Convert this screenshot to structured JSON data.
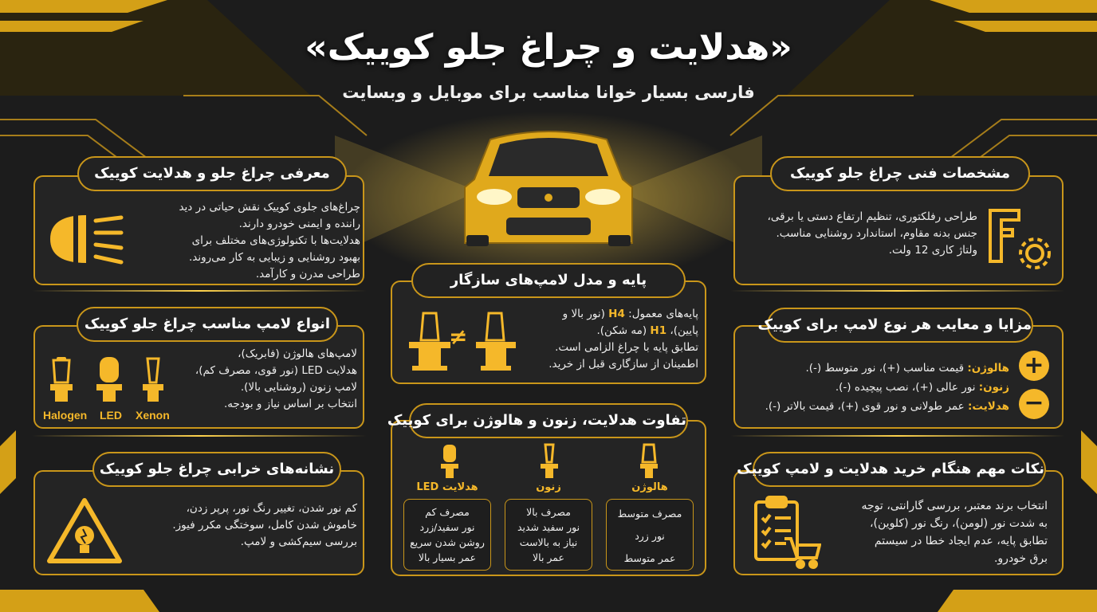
{
  "header": {
    "title": "«هدلایت و چراغ جلو کوییک»",
    "subtitle": "فارسی بسیار خوانا مناسب برای موبایل و وبسایت"
  },
  "colors": {
    "accent": "#c9961a",
    "highlight": "#f5b82a",
    "background": "#1c1c1c"
  },
  "intro": {
    "title": "معرفی چراغ جلو و هدلایت کوییک",
    "lines": [
      "چراغ‌های جلوی کوییک نقش حیاتی در دید",
      "راننده و ایمنی خودرو دارند.",
      "هدلایت‌ها با تکنولوژی‌های مختلف برای",
      "بهبود روشنایی و زیبایی به کار می‌روند.",
      "طراحی مدرن و کارآمد."
    ],
    "icon": "headlight-icon"
  },
  "types": {
    "title": "انواع لامپ مناسب چراغ جلو کوییک",
    "lines": [
      "لامپ‌های هالوژن (فابریک)،",
      "هدلایت LED (نور قوی، مصرف کم)،",
      "لامپ زنون (روشنایی بالا).",
      "انتخاب بر اساس نیاز و بودجه."
    ],
    "labels": [
      "Halogen",
      "LED",
      "Xenon"
    ]
  },
  "failure": {
    "title": "نشانه‌های خرابی چراغ جلو کوییک",
    "lines": [
      "کم نور شدن، تغییر رنگ نور، پرپر زدن،",
      "خاموش شدن کامل، سوختگی مکرر فیوز.",
      "بررسی سیم‌کشی و لامپ."
    ],
    "icon": "warning-bulb-icon"
  },
  "base": {
    "title": "پایه و مدل لامپ‌های سازگار",
    "line1_pre": "پایه‌های معمول: ",
    "h4": "H4",
    "line1_post": " (نور بالا و",
    "line2_pre": "پایین)، ",
    "h1": "H1",
    "line2_post": " (مه شکن).",
    "line3": "تطابق پایه با چراغ الزامی است.",
    "line4": "اطمینان از سازگاری قبل از خرید.",
    "neq": "≠"
  },
  "compare": {
    "title": "تفاوت هدلایت، زنون و هالوژن برای کوییک",
    "columns": [
      {
        "name": "هالوژن",
        "items": [
          "مصرف متوسط",
          "نور زرد",
          "عمر متوسط"
        ]
      },
      {
        "name": "زنون",
        "items": [
          "مصرف بالا",
          "نور سفید شدید",
          "نیاز به بالاست",
          "عمر بالا"
        ]
      },
      {
        "name": "هدلایت LED",
        "items": [
          "مصرف کم",
          "نور سفید/زرد",
          "روشن شدن سریع",
          "عمر بسیار بالا"
        ]
      }
    ]
  },
  "specs": {
    "title": "مشخصات فنی چراغ جلو کوییک",
    "lines": [
      "طراحی رفلکتوری، تنظیم ارتفاع دستی یا برقی،",
      "جنس بدنه مقاوم، استاندارد روشنایی مناسب.",
      "ولتاژ کاری 12 ولت."
    ],
    "icon": "caliper-gear-icon"
  },
  "pros": {
    "title": "مزایا و معایب هر نوع لامپ برای کوییک",
    "rows": [
      {
        "label": "هالوژن:",
        "text": " قیمت مناسب (+)، نور متوسط (-)."
      },
      {
        "label": "زنون:",
        "text": " نور عالی (+)، نصب پیچیده (-)."
      },
      {
        "label": "هدلایت:",
        "text": " عمر طولانی و نور قوی (+)، قیمت بالاتر (-)."
      }
    ],
    "plus": "+",
    "minus": "−"
  },
  "tips": {
    "title": "نکات مهم هنگام خرید هدلایت و لامپ کوییک",
    "lines": [
      "انتخاب برند معتبر، بررسی گارانتی، توجه",
      "به شدت نور (لومن)، رنگ نور (کلوین)،",
      "تطابق پایه، عدم ایجاد خطا در سیستم",
      "برق خودرو."
    ],
    "icon": "checklist-cart-icon"
  }
}
